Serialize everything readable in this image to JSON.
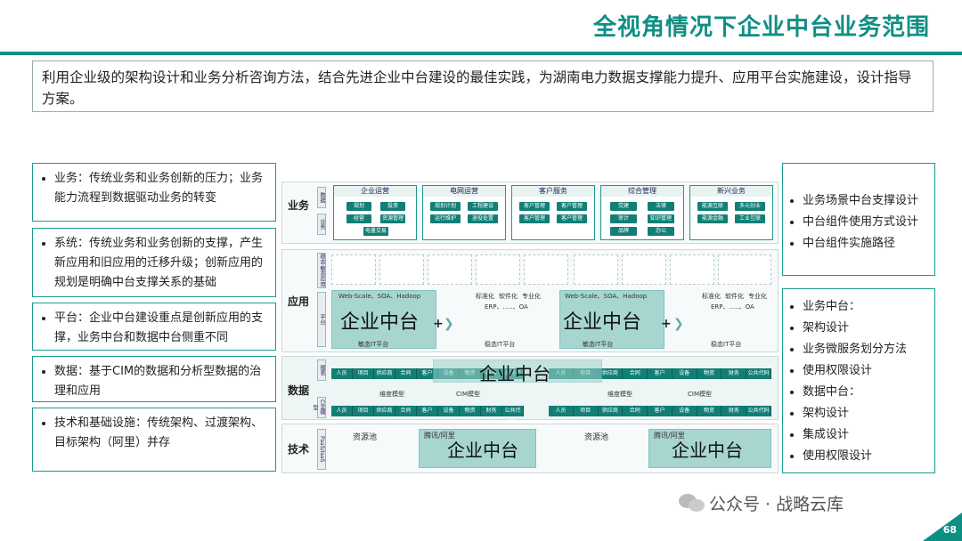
{
  "title": "全视角情况下企业中台业务范围",
  "intro": "利用企业级的架构设计和业务分析咨询方法，结合先进企业中台建设的最佳实践，为湖南电力数据支撑能力提升、应用平台实施建设，设计指导方案。",
  "left_boxes": [
    "业务：传统业务和业务创新的压力；业务能力流程到数据驱动业务的转变",
    "系统：传统业务和业务创新的支撑，产生新应用和旧应用的迁移升级；创新应用的规划是明确中台支撑关系的基础",
    "平台：企业中台建设重点是创新应用的支撑，业务中台和数据中台侧重不同",
    "数据：基于CIM的数据和分析型数据的治理和应用",
    "技术和基础设施：传统架构、过渡架构、目标架构（阿里）并存"
  ],
  "right_top": [
    "业务场景中台支撑设计",
    "中台组件使用方式设计",
    "中台组件实施路径"
  ],
  "right_bottom": [
    "业务中台：",
    "架构设计",
    "业务微服务划分方法",
    "使用权限设计",
    "数据中台：",
    "架构设计",
    "集成设计",
    "使用权限设计"
  ],
  "diagram": {
    "bands": [
      "业务",
      "应用",
      "数据",
      "技术"
    ],
    "biz_side_labels": [
      "数据",
      "业务"
    ],
    "biz_cats": [
      {
        "title": "企业运营",
        "items": [
          "规划",
          "投资",
          "经营",
          "资源管理",
          "电量交易"
        ]
      },
      {
        "title": "电网运营",
        "items": [
          "规划计划",
          "工程建设",
          "运行维护",
          "退役处置"
        ]
      },
      {
        "title": "客户服务",
        "items": [
          "客户管理",
          "客户管理",
          "客户管理",
          "客户管理"
        ]
      },
      {
        "title": "综合管理",
        "items": [
          "党建",
          "法律",
          "审计",
          "知识管理",
          "品牌",
          "办公"
        ]
      },
      {
        "title": "新兴业务",
        "items": [
          "能源互联",
          "多元创业",
          "能源金融",
          "工业互联"
        ]
      }
    ],
    "app_side": [
      "稳态·敏态应用",
      "平台"
    ],
    "tags": [
      "标准化",
      "软件化",
      "专业化"
    ],
    "big_label": "企业中台",
    "app_texts": [
      "Web-Scale、SOA、Hadoop",
      "ERP、.....、OA",
      "稳态IT平台",
      "敏态IT平台"
    ],
    "data_side": [
      "报表",
      "CIM模型"
    ],
    "data_cells": [
      "人员",
      "项目",
      "供应商",
      "合同",
      "客户",
      "设备",
      "物资",
      "财务",
      "公共代码"
    ],
    "data_mid": [
      "维度模型",
      "CIM模型"
    ],
    "tech_side": "PaaS/IaaS",
    "tech_texts": [
      "资源池",
      "腾讯/阿里"
    ]
  },
  "watermark": "公众号 · 战略云库",
  "page_number": "68"
}
